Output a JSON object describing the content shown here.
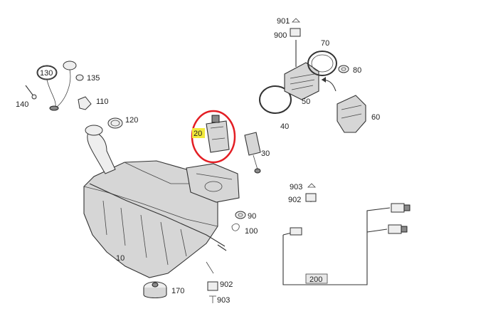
{
  "callouts": {
    "c10": "10",
    "c20": "20",
    "c30": "30",
    "c40": "40",
    "c50": "50",
    "c60": "60",
    "c70": "70",
    "c80": "80",
    "c90": "90",
    "c100": "100",
    "c110": "110",
    "c120": "120",
    "c130": "130",
    "c135": "135",
    "c140": "140",
    "c170": "170",
    "c200": "200",
    "c900": "900",
    "c901": "901",
    "c902a": "902",
    "c902b": "902",
    "c903a": "903",
    "c903b": "903"
  },
  "colors": {
    "highlight_circle": "#e31e24",
    "highlight_label_bg": "#f2ea3c",
    "line": "#333333",
    "part_fill": "#d6d6d6"
  }
}
